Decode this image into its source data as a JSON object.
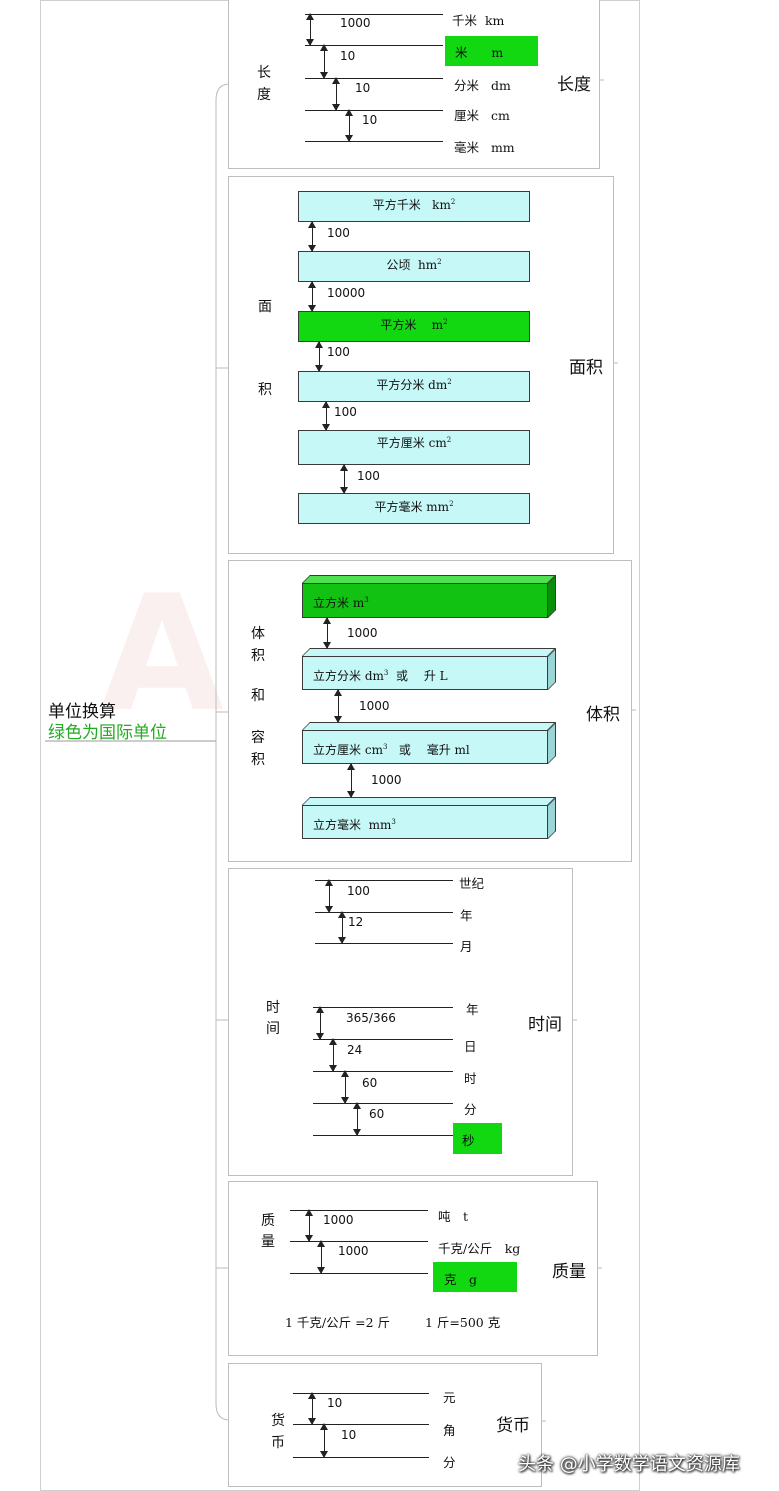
{
  "root": {
    "title": "单位换算",
    "subtitle": "绿色为国际单位"
  },
  "colors": {
    "intl_unit": "#12d812",
    "box_fill": "#c6f8f8",
    "subtitle": "#22aa22"
  },
  "length": {
    "topic": "长度",
    "side_chars": [
      "长",
      "度"
    ],
    "rows": [
      {
        "cn": "千米",
        "en": "km"
      },
      {
        "cn": "米",
        "en": "m",
        "intl": true
      },
      {
        "cn": "分米",
        "en": "dm"
      },
      {
        "cn": "厘米",
        "en": "cm"
      },
      {
        "cn": "毫米",
        "en": "mm"
      }
    ],
    "factors": [
      "1000",
      "10",
      "10",
      "10"
    ]
  },
  "area": {
    "topic": "面积",
    "side_chars": [
      "面",
      "积"
    ],
    "boxes": [
      {
        "cn": "平方千米",
        "en": "km",
        "sup": "2"
      },
      {
        "cn": "公顷",
        "en": "hm",
        "sup": "2"
      },
      {
        "cn": "平方米",
        "en": "m",
        "sup": "2",
        "intl": true
      },
      {
        "cn": "平方分米",
        "en": "dm",
        "sup": "2"
      },
      {
        "cn": "平方厘米",
        "en": "cm",
        "sup": "2"
      },
      {
        "cn": "平方毫米",
        "en": "mm",
        "sup": "2"
      }
    ],
    "factors": [
      "100",
      "10000",
      "100",
      "100",
      "100"
    ]
  },
  "volume": {
    "topic": "体积",
    "side_chars": [
      "体",
      "积",
      "和",
      "容",
      "积"
    ],
    "prisms": [
      {
        "cn": "立方米",
        "en": "m",
        "sup": "3",
        "intl": true,
        "alt": ""
      },
      {
        "cn": "立方分米",
        "en": "dm",
        "sup": "3",
        "alt": "或　 升 L"
      },
      {
        "cn": "立方厘米",
        "en": "cm",
        "sup": "3",
        "alt": "或　 毫升 ml"
      },
      {
        "cn": "立方毫米",
        "en": "mm",
        "sup": "3",
        "alt": ""
      }
    ],
    "factors": [
      "1000",
      "1000",
      "1000"
    ]
  },
  "time": {
    "topic": "时间",
    "side_chars": [
      "时",
      "间"
    ],
    "group1": {
      "rows": [
        "世纪",
        "年",
        "月"
      ],
      "factors": [
        "100",
        "12"
      ]
    },
    "group2": {
      "rows": [
        "年",
        "日",
        "时",
        "分",
        "秒"
      ],
      "factors": [
        "365/366",
        "24",
        "60",
        "60"
      ]
    }
  },
  "mass": {
    "topic": "质量",
    "side_chars": [
      "质",
      "量"
    ],
    "rows": [
      {
        "text": "吨　t"
      },
      {
        "text": "千克/公斤　kg"
      },
      {
        "text": "克　g",
        "intl": true
      }
    ],
    "factors": [
      "1000",
      "1000"
    ],
    "note_left": "1 千克/公斤 =2 斤",
    "note_right": "1 斤=500 克"
  },
  "currency": {
    "topic": "货币",
    "side_chars": [
      "货",
      "币"
    ],
    "rows": [
      "元",
      "角",
      "分"
    ],
    "factors": [
      "10",
      "10"
    ]
  },
  "watermark": "头条 @小学数学语文资源库"
}
